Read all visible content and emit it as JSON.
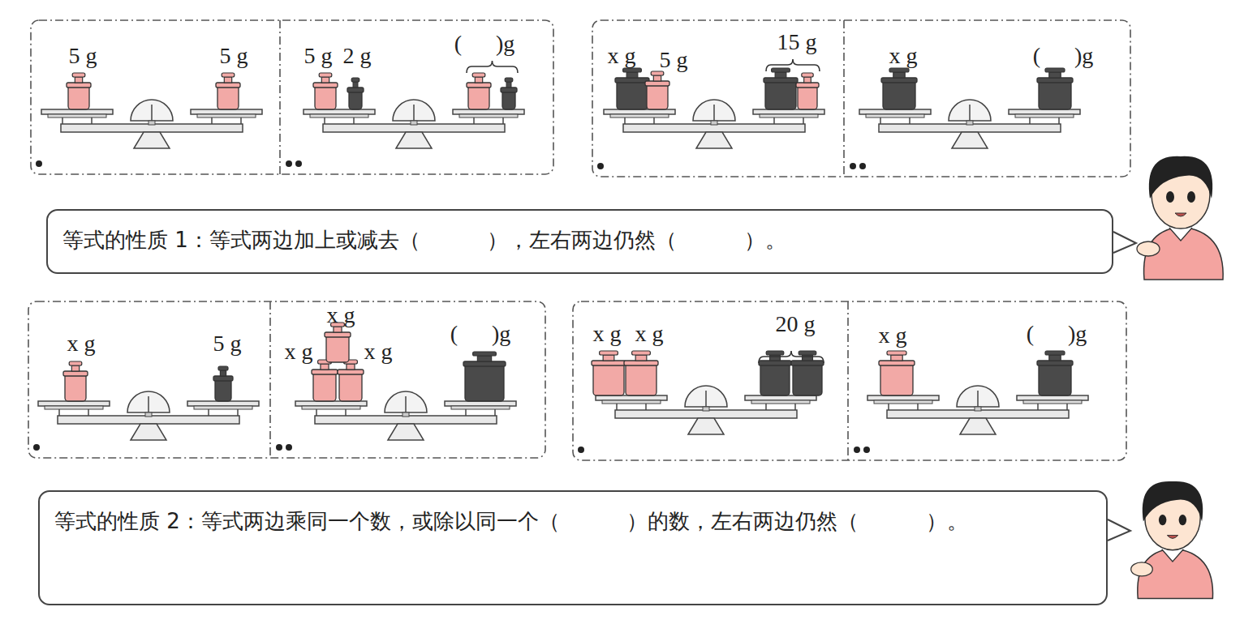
{
  "diagram": {
    "nodes": [
      {
        "text": [
          "等式的性质 1：等式两边加上或减去（          ），左右两边仍然（          ）。"
        ]
      },
      {
        "text": [
          "等式的性质 2：等式两边乘同一个数，或除以同一个（          ）的数，左右两边仍然（          ）。"
        ]
      }
    ],
    "labels": [
      "5 g",
      "5 g",
      "5 g",
      "2 g",
      "(      )g",
      "x g",
      "5 g",
      "15 g",
      "x g",
      "(      )g",
      "x g",
      "5 g",
      "x g",
      "x g",
      "x g",
      "(      )g",
      "x g",
      "x g",
      "20 g",
      "x g",
      "(      )g"
    ]
  }
}
